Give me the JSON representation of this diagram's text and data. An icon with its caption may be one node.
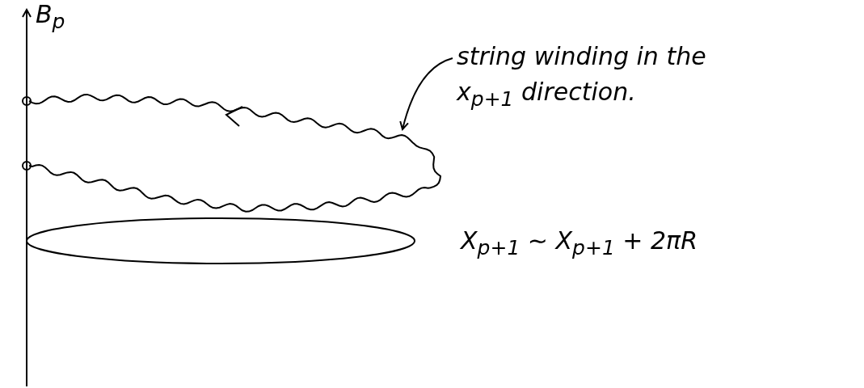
{
  "diagram": {
    "nodes": [
      {
        "text": [
          "string winding in the x$_{p+1}$ direction."
        ]
      },
      {
        "text": [],
        "shape": "curve"
      },
      {
        "text": [],
        "shape": "ellipse"
      }
    ],
    "edges": [
      {
        "from": 0,
        "to": 1,
        "arrow": "to"
      }
    ],
    "labels": [
      "B$_{p}$",
      "X$_{p+1}$ ∼ X$_{p+1}$ + 2πR"
    ]
  }
}
